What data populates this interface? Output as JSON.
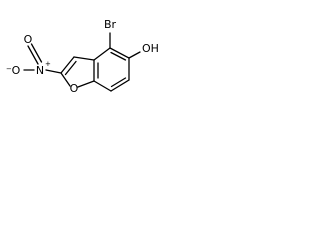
{
  "molecule": {
    "atoms": {
      "bromine": "Br",
      "hydroxyl": "OH",
      "nitro_nitrogen": "N",
      "nitro_nitrogen_charge": "+",
      "nitro_oxygen_double": "O",
      "nitro_oxygen_single": "O",
      "nitro_oxygen_charge": "−",
      "furan_oxygen": "O"
    },
    "colors": {
      "ink": "#000000",
      "background": "#ffffff"
    }
  }
}
